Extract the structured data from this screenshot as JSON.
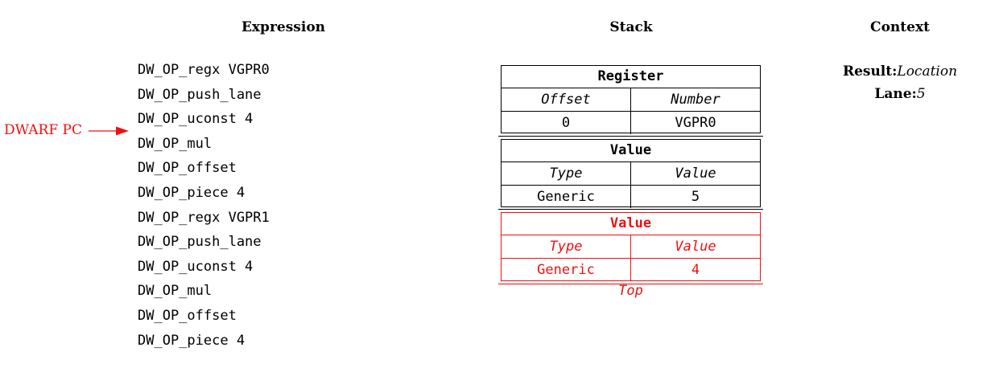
{
  "headings": {
    "expression": "Expression",
    "stack": "Stack",
    "context": "Context"
  },
  "expression": [
    "DW_OP_regx VGPR0",
    "DW_OP_push_lane",
    "DW_OP_uconst 4",
    "DW_OP_mul",
    "DW_OP_offset",
    "DW_OP_piece 4",
    "DW_OP_regx VGPR1",
    "DW_OP_push_lane",
    "DW_OP_uconst 4",
    "DW_OP_mul",
    "DW_OP_offset",
    "DW_OP_piece 4"
  ],
  "pc_label": "DWARF PC",
  "stack": [
    {
      "title": "Register",
      "col1": "Offset",
      "col2": "Number",
      "val1": "0",
      "val2": "VGPR0"
    },
    {
      "title": "Value",
      "col1": "Type",
      "col2": "Value",
      "val1": "Generic",
      "val2": "5"
    },
    {
      "title": "Value",
      "col1": "Type",
      "col2": "Value",
      "val1": "Generic",
      "val2": "4"
    }
  ],
  "top_label": "Top",
  "context": {
    "result_label": "Result:",
    "result_value": "Location",
    "lane_label": "Lane:",
    "lane_value": "5"
  },
  "colors": {
    "highlight": "#ee1111"
  }
}
